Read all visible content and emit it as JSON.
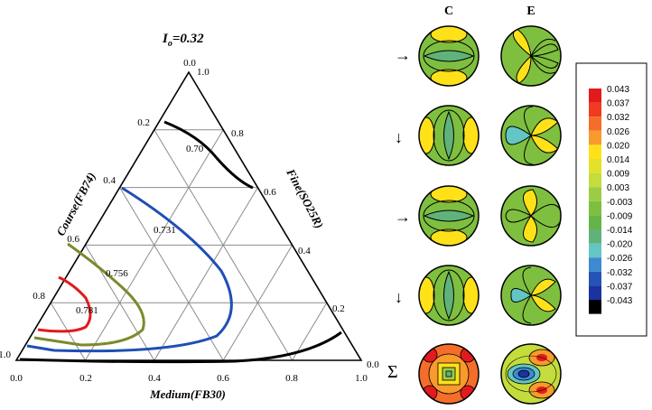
{
  "title_prefix": "I",
  "title_sub": "o",
  "title_value": "=0.32",
  "axes": {
    "bottom": "Medium(FB30)",
    "left": "Course(FB74)",
    "right": "Fine(SO25R)"
  },
  "ticks": {
    "bottom": [
      "0.0",
      "0.2",
      "0.4",
      "0.6",
      "0.8",
      "1.0"
    ],
    "left": [
      "1.0",
      "0.8",
      "0.6",
      "0.4",
      "0.2",
      "0.0"
    ],
    "right": [
      "0.0",
      "0.2",
      "0.4",
      "0.6",
      "0.8",
      "1.0"
    ]
  },
  "contours": [
    {
      "label": "0.70",
      "color": "#000000"
    },
    {
      "label": "0.731",
      "color": "#1f4fb5"
    },
    {
      "label": "0.756",
      "color": "#7b8a2b"
    },
    {
      "label": "0.781",
      "color": "#e31a1c"
    }
  ],
  "columns": [
    "C",
    "E"
  ],
  "row_arrows": [
    "→",
    "↓",
    "→",
    "↓"
  ],
  "sum_symbol": "Σ",
  "legend": {
    "values": [
      "0.043",
      "0.037",
      "0.032",
      "0.026",
      "0.020",
      "0.014",
      "0.009",
      "0.003",
      "-0.003",
      "-0.009",
      "-0.014",
      "-0.020",
      "-0.026",
      "-0.032",
      "-0.037",
      "-0.043"
    ],
    "colors": [
      "#e31a1c",
      "#f03b20",
      "#f46d2a",
      "#f89a2c",
      "#ffe119",
      "#e3e12a",
      "#c4dc3c",
      "#9ccc43",
      "#7fbf3f",
      "#66b347",
      "#5fb37a",
      "#63c5c4",
      "#3d8ad1",
      "#2554b8",
      "#1a33a0",
      "#000000"
    ]
  }
}
